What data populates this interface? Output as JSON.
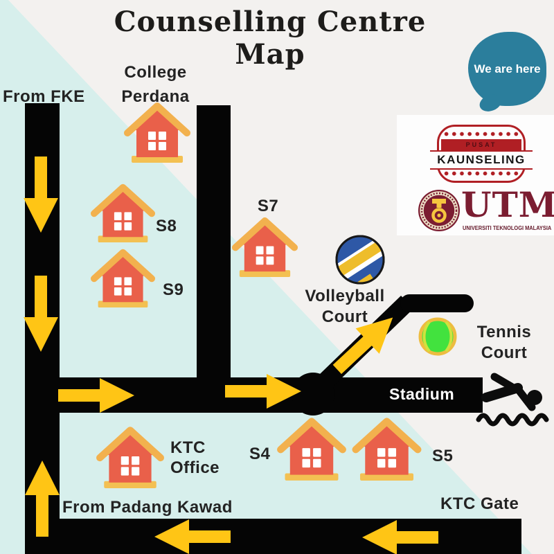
{
  "title": {
    "text": "Counselling Centre\nMap"
  },
  "we_are_here": {
    "text": "We are here"
  },
  "labels": {
    "from_fke": "From FKE",
    "college_perdana": "College\nPerdana",
    "s7": "S7",
    "s8": "S8",
    "s9": "S9",
    "s4": "S4",
    "s5": "S5",
    "ktc_office": "KTC\nOffice",
    "volleyball_court": "Volleyball\nCourt",
    "tennis_court": "Tennis\nCourt",
    "stadium": "Stadium",
    "from_padang_kawad": "From Padang Kawad",
    "ktc_gate": "KTC Gate"
  },
  "logo": {
    "pusat": "PUSAT",
    "kaunseling": "KAUNSELING",
    "utm": "UTM",
    "utm_subtitle": "UNIVERSITI TEKNOLOGI MALAYSIA"
  },
  "icons": {
    "house": "house-icon",
    "volleyball": "volleyball-icon",
    "tennis_ball": "tennis-ball-icon",
    "swimmer": "swimmer-icon",
    "arrow": "route-arrow-icon",
    "speech_bubble": "we-are-here-bubble",
    "utm_emblem": "utm-emblem-icon"
  },
  "colors": {
    "background_white": "#f3f1ef",
    "background_mint": "#d7efec",
    "road_black": "#050505",
    "arrow_yellow": "#ffc515",
    "house_body": "#e9604a",
    "house_roof": "#f2b14e",
    "house_base": "#f3c052",
    "bubble_teal": "#2b7e9c",
    "logo_red": "#b01f24",
    "utm_maroon": "#7b1d31",
    "tennis_green": "#42e23e",
    "volleyball_blue": "#2e58a6",
    "volleyball_yellow": "#eebd2b"
  }
}
